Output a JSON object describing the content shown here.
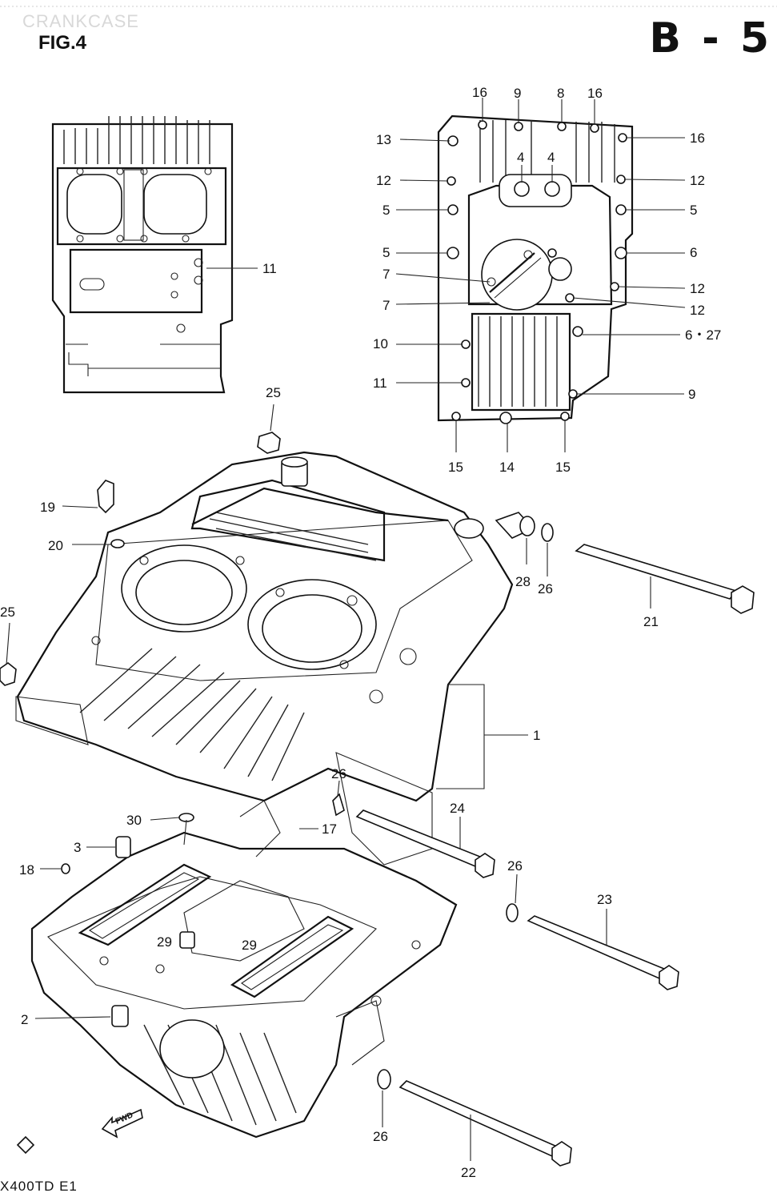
{
  "header": {
    "faint_title": "CRANKCASE",
    "figure": "FIG.4",
    "section": "B - 5",
    "model_code": "X400TD E1"
  },
  "callouts": [
    {
      "id": "c-16a",
      "text": "16"
    },
    {
      "id": "c-9a",
      "text": "9"
    },
    {
      "id": "c-8",
      "text": "8"
    },
    {
      "id": "c-16b",
      "text": "16"
    },
    {
      "id": "c-13",
      "text": "13"
    },
    {
      "id": "c-16c",
      "text": "16"
    },
    {
      "id": "c-12a",
      "text": "12"
    },
    {
      "id": "c-12b",
      "text": "12"
    },
    {
      "id": "c-4a",
      "text": "4"
    },
    {
      "id": "c-4b",
      "text": "4"
    },
    {
      "id": "c-5a",
      "text": "5"
    },
    {
      "id": "c-5b",
      "text": "5"
    },
    {
      "id": "c-5c",
      "text": "5"
    },
    {
      "id": "c-6a",
      "text": "6"
    },
    {
      "id": "c-7a",
      "text": "7"
    },
    {
      "id": "c-12c",
      "text": "12"
    },
    {
      "id": "c-7b",
      "text": "7"
    },
    {
      "id": "c-12d",
      "text": "12"
    },
    {
      "id": "c-627",
      "text": "6・27"
    },
    {
      "id": "c-10",
      "text": "10"
    },
    {
      "id": "c-11b",
      "text": "11"
    },
    {
      "id": "c-9b",
      "text": "9"
    },
    {
      "id": "c-15a",
      "text": "15"
    },
    {
      "id": "c-14",
      "text": "14"
    },
    {
      "id": "c-15b",
      "text": "15"
    },
    {
      "id": "c-11a",
      "text": "11"
    },
    {
      "id": "c-25a",
      "text": "25"
    },
    {
      "id": "c-19",
      "text": "19"
    },
    {
      "id": "c-20",
      "text": "20"
    },
    {
      "id": "c-28",
      "text": "28"
    },
    {
      "id": "c-26a",
      "text": "26"
    },
    {
      "id": "c-21",
      "text": "21"
    },
    {
      "id": "c-25b",
      "text": "25"
    },
    {
      "id": "c-1",
      "text": "1"
    },
    {
      "id": "c-26b",
      "text": "26"
    },
    {
      "id": "c-30",
      "text": "30"
    },
    {
      "id": "c-17",
      "text": "17"
    },
    {
      "id": "c-24",
      "text": "24"
    },
    {
      "id": "c-3",
      "text": "3"
    },
    {
      "id": "c-18",
      "text": "18"
    },
    {
      "id": "c-26c",
      "text": "26"
    },
    {
      "id": "c-23",
      "text": "23"
    },
    {
      "id": "c-29a",
      "text": "29"
    },
    {
      "id": "c-29b",
      "text": "29"
    },
    {
      "id": "c-2",
      "text": "2"
    },
    {
      "id": "c-26d",
      "text": "26"
    },
    {
      "id": "c-22",
      "text": "22"
    }
  ],
  "fwd_label": "FWD"
}
